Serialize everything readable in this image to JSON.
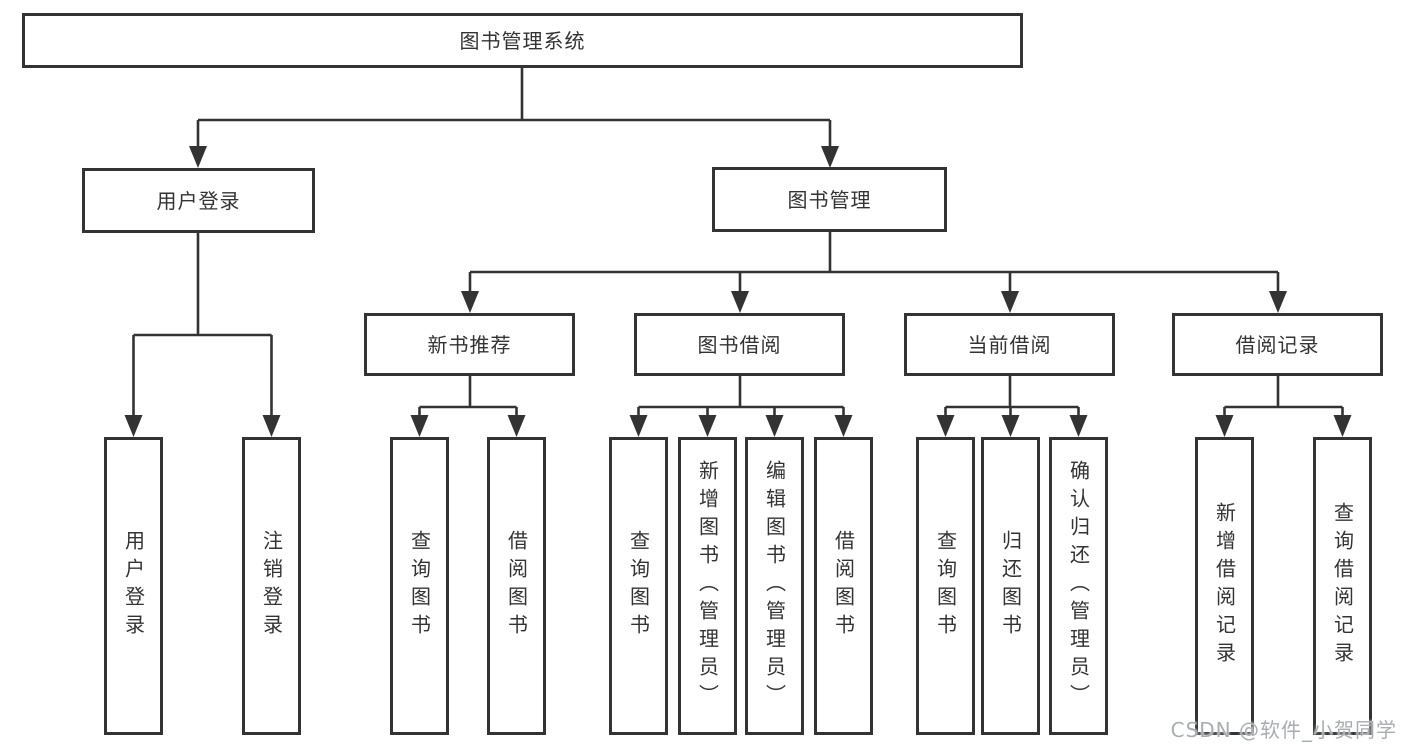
{
  "diagram": {
    "title": "图书管理系统",
    "root": {
      "label": "图书管理系统"
    },
    "level2": [
      {
        "label": "用户登录"
      },
      {
        "label": "图书管理"
      }
    ],
    "level3": [
      {
        "label": "新书推荐"
      },
      {
        "label": "图书借阅"
      },
      {
        "label": "当前借阅"
      },
      {
        "label": "借阅记录"
      }
    ],
    "leaves": [
      {
        "label": "用户登录"
      },
      {
        "label": "注销登录"
      },
      {
        "label": "查询图书"
      },
      {
        "label": "借阅图书"
      },
      {
        "label": "查询图书"
      },
      {
        "label": "新增图书（管理员）"
      },
      {
        "label": "编辑图书（管理员）"
      },
      {
        "label": "借阅图书"
      },
      {
        "label": "查询图书"
      },
      {
        "label": "归还图书"
      },
      {
        "label": "确认归还（管理员）"
      },
      {
        "label": "新增借阅记录"
      },
      {
        "label": "查询借阅记录"
      }
    ],
    "watermark": "CSDN @软件_小贺同学",
    "colors": {
      "line": "#333333",
      "text": "#333333",
      "box_background": "#ffffff",
      "watermark": "#a9adb2",
      "background": "#ffffff"
    }
  }
}
